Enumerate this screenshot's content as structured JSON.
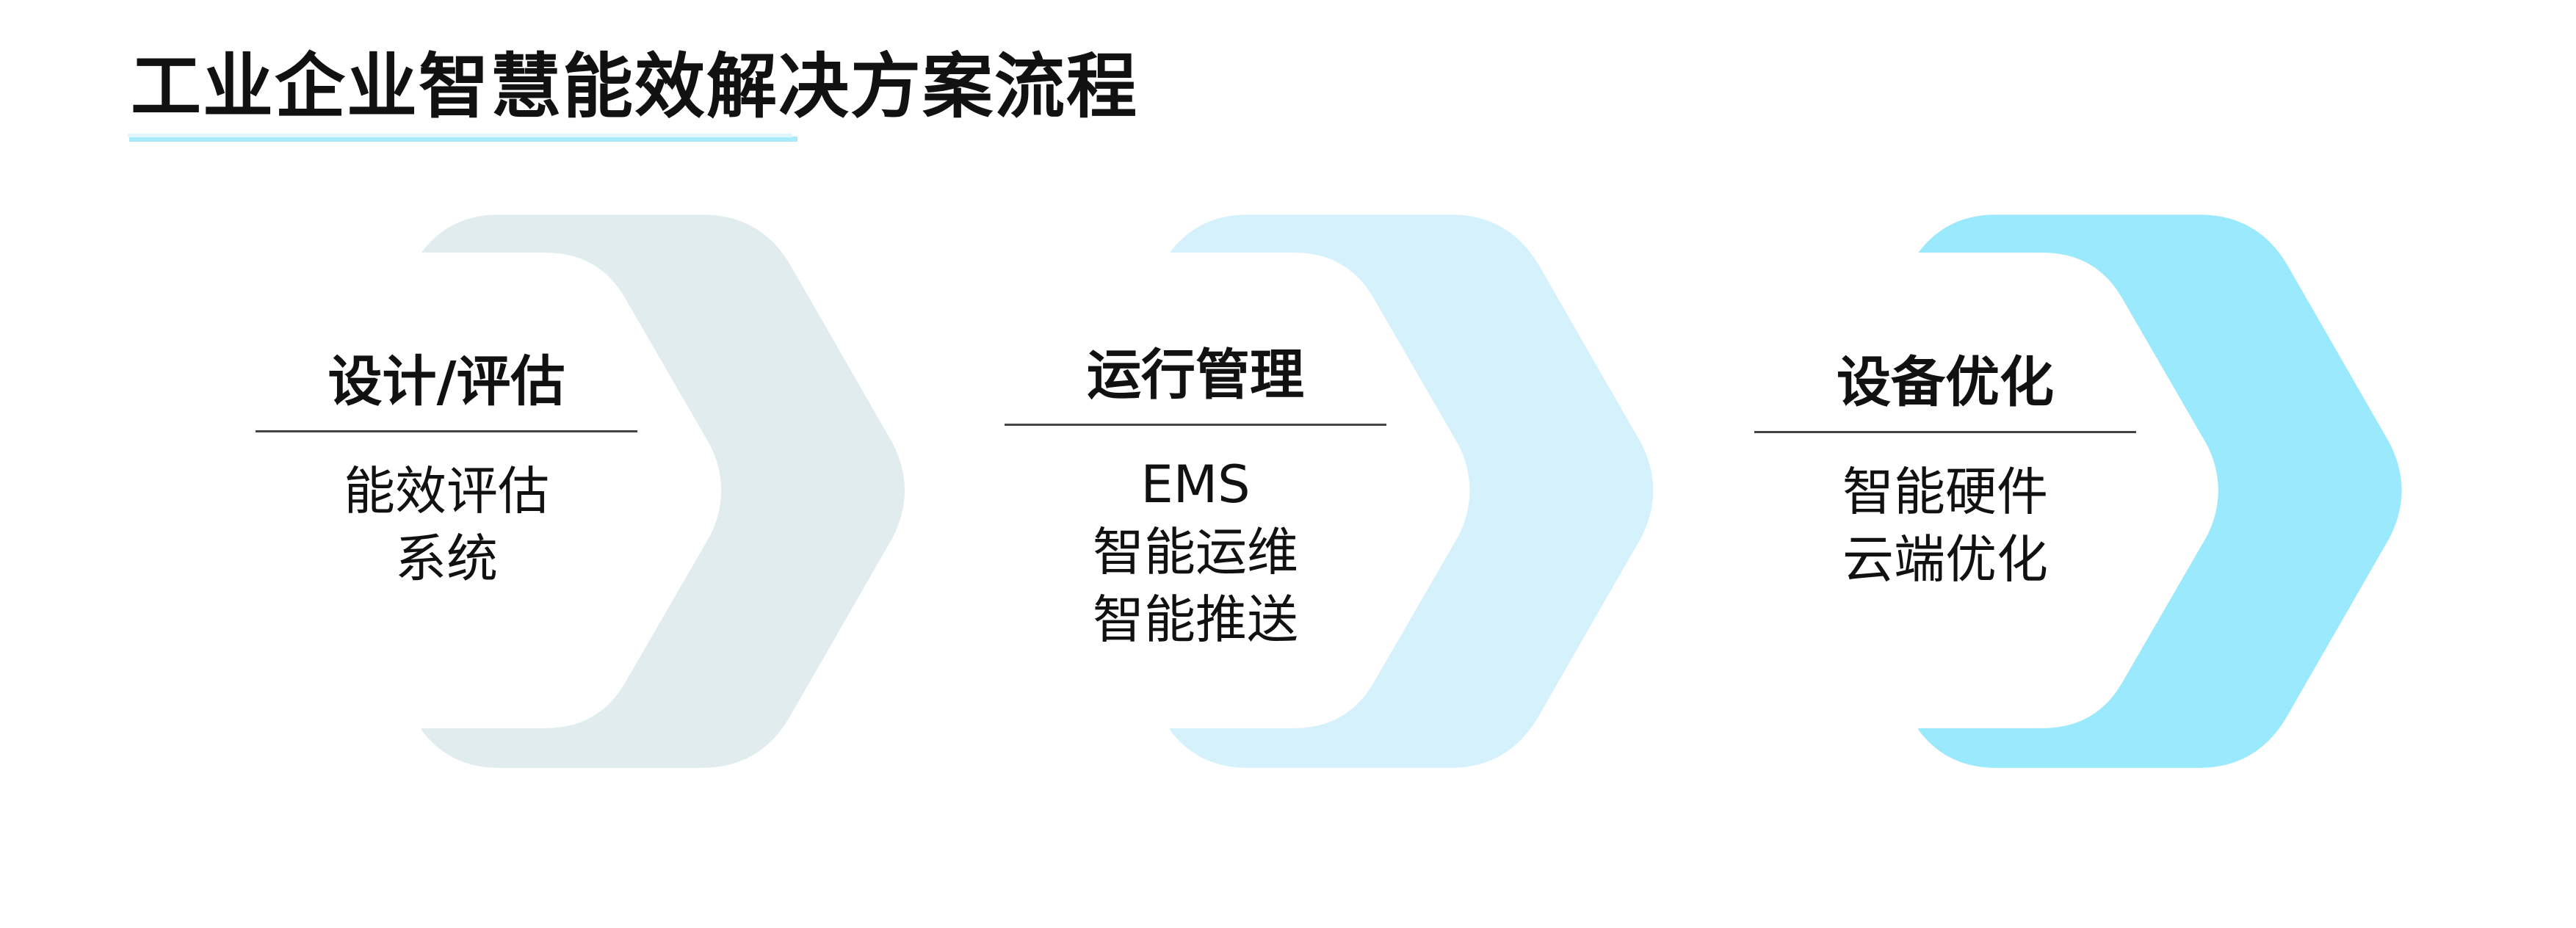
{
  "title": "工业企业智慧能效解决方案流程",
  "colors": {
    "step1": "#e0ecee",
    "step2": "#d5f1fb",
    "step3": "#9ae9fc",
    "underline": "#a8ecfb"
  },
  "steps": [
    {
      "heading": "设计/评估",
      "lines": [
        "能效评估",
        "系统"
      ]
    },
    {
      "heading": "运行管理",
      "lines": [
        "EMS",
        "智能运维",
        "智能推送"
      ]
    },
    {
      "heading": "设备优化",
      "lines": [
        "智能硬件",
        "云端优化"
      ]
    }
  ]
}
